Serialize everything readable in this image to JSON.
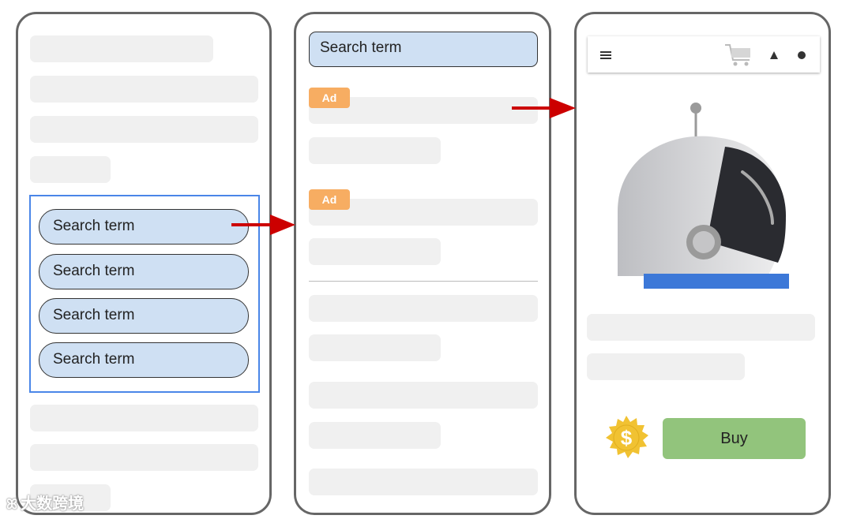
{
  "phone1": {
    "search_terms": [
      "Search term",
      "Search term",
      "Search term",
      "Search term"
    ]
  },
  "phone2": {
    "search_bar": "Search term",
    "ads": [
      "Ad",
      "Ad"
    ]
  },
  "phone3": {
    "buy_label": "Buy",
    "coin_symbol": "$",
    "icons": [
      "menu-icon",
      "cart-icon",
      "triangle-icon",
      "circle-icon"
    ]
  },
  "watermark": {
    "text": "大数跨境",
    "icon": "logo-icon"
  },
  "colors": {
    "chip_fill": "#cfe0f3",
    "ad_badge": "#f7ad62",
    "buy_button": "#92c47c",
    "arrow": "#cc0000",
    "selection": "#4a86e8",
    "coin": "#f1c232"
  }
}
